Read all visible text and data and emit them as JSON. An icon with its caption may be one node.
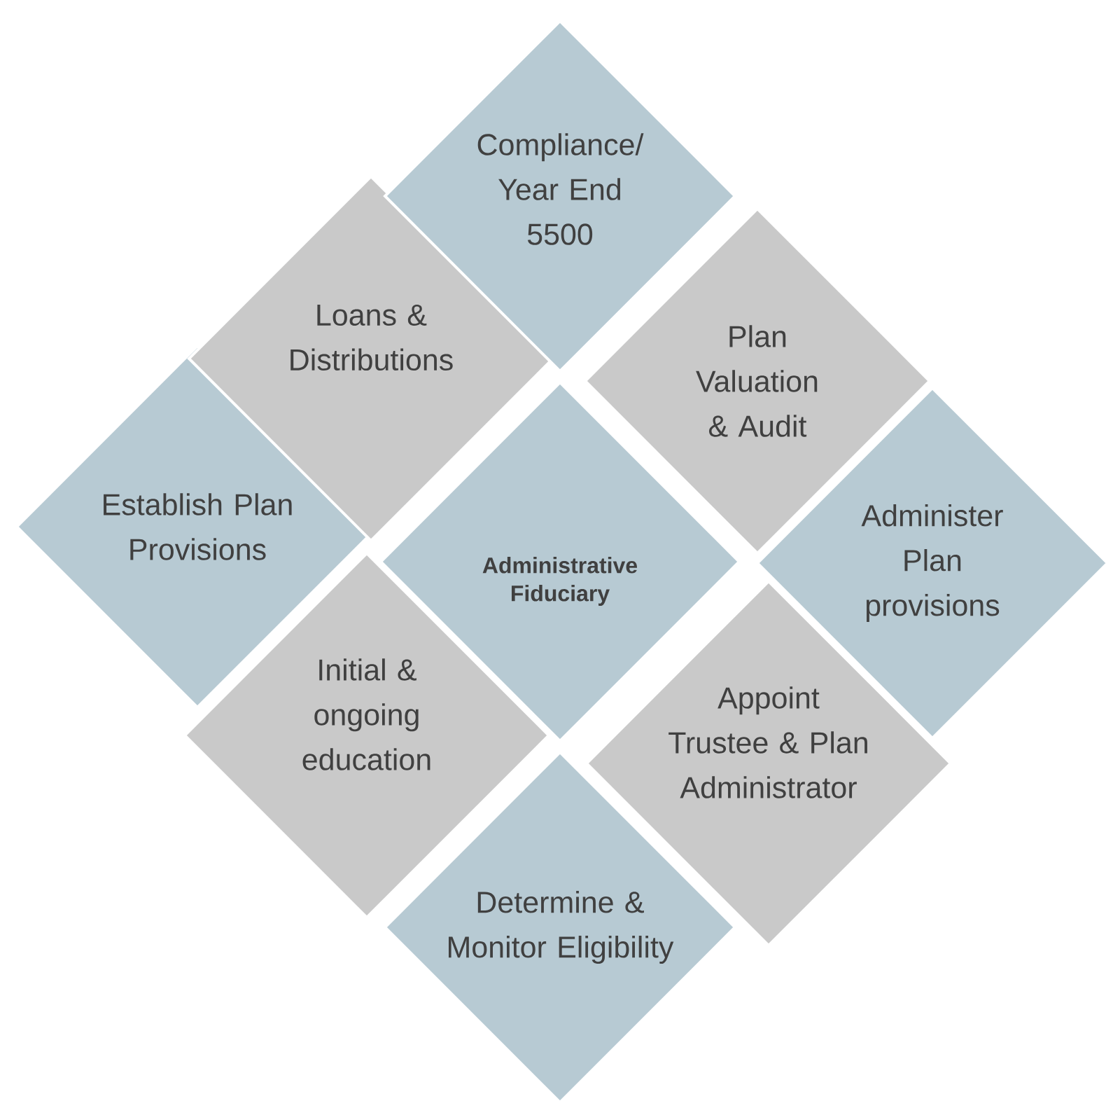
{
  "diagram": {
    "nodes": [
      {
        "text": [
          "Compliance/ Year End 5500"
        ]
      },
      {
        "text": [
          "Loans & Distributions"
        ]
      },
      {
        "text": [
          "Plan Valuation & Audit"
        ]
      },
      {
        "text": [
          "Establish Plan Provisions"
        ]
      },
      {
        "text": [
          "Administrative Fiduciary"
        ]
      },
      {
        "text": [
          "Administer Plan provisions"
        ]
      },
      {
        "text": [
          "Initial & ongoing education"
        ]
      },
      {
        "text": [
          "Appoint Trustee & Plan Administrator"
        ]
      },
      {
        "text": [
          "Determine & Monitor Eligibility"
        ]
      }
    ]
  }
}
